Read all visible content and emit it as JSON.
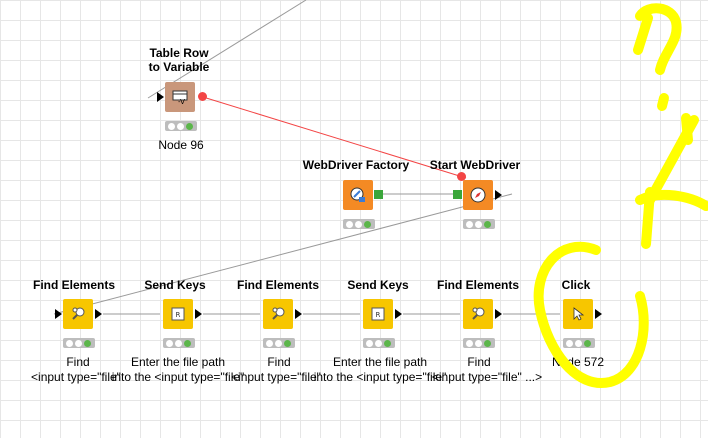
{
  "nodes": {
    "row_to_var": {
      "title_line1": "Table Row",
      "title_line2": "to Variable",
      "label": "Node 96"
    },
    "webdriver_factory": {
      "title": "WebDriver Factory"
    },
    "start_webdriver": {
      "title": "Start WebDriver"
    },
    "find1": {
      "title": "Find Elements",
      "label_line1": "Find",
      "label_line2": "<input type=\"file\""
    },
    "send1": {
      "title": "Send Keys",
      "label_line1": "Enter the file path",
      "label_line2": "into the <input type=\"file\""
    },
    "find2": {
      "title": "Find Elements",
      "label_line1": "Find",
      "label_line2": "<input type=\"file\""
    },
    "send2": {
      "title": "Send Keys",
      "label_line1": "Enter the file path",
      "label_line2": "into the <input type=\"file\""
    },
    "find3": {
      "title": "Find Elements",
      "label_line1": "Find",
      "label_line2": "<input type=\"file\" ...>"
    },
    "click": {
      "title": "Click",
      "label": "Node 572"
    }
  },
  "annotation": {
    "text": "?",
    "color": "#ffff00"
  },
  "colors": {
    "node_yellow": "#f7c600",
    "node_orange": "#f48a24",
    "node_brown": "#c9977b",
    "variable_connection": "#f34545",
    "status_green": "#5bb64a"
  },
  "icons": {
    "row_to_var": "table-row-to-variable-icon",
    "webdriver_factory": "webdriver-factory-icon",
    "start_webdriver": "compass-icon",
    "find": "find-elements-icon",
    "send": "keyboard-key-icon",
    "click": "mouse-pointer-icon"
  }
}
